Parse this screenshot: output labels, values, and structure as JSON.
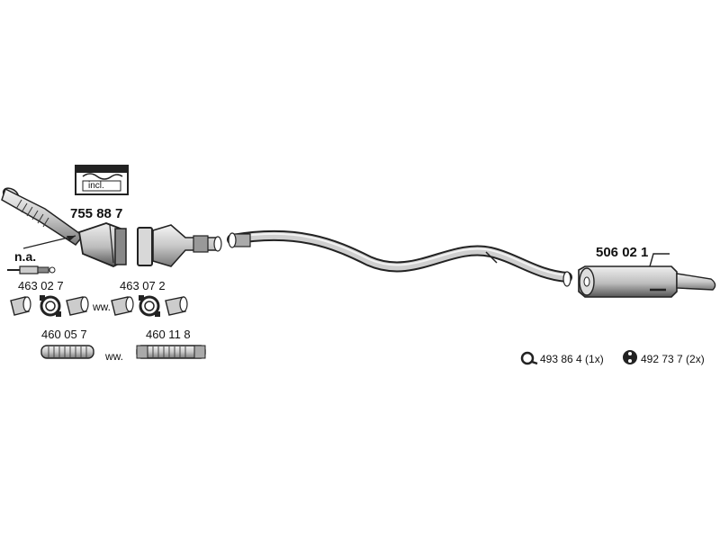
{
  "parts": {
    "catalytic_converter": "755 88 7",
    "gasket_kit_note": "incl.",
    "sensor_note": "n.a.",
    "clamp_a": "463 02 7",
    "clamp_b": "463 07 2",
    "flex_a": "460 05 7",
    "flex_b": "460 11 8",
    "alt_sep_1": "ww.",
    "alt_sep_2": "ww.",
    "rear_silencer": "506 02 1",
    "hanger_ring_label": "493 86 4 (1x)",
    "rubber_mount_label": "492 73 7 (2x)"
  },
  "colors": {
    "line": "#222222",
    "fill_light": "#e4e4e4",
    "fill_mid": "#bdbdbd",
    "fill_dark": "#5a5a5a"
  },
  "icons": [
    "hanger-ring-icon",
    "rubber-mount-icon",
    "gasket-box-icon"
  ]
}
